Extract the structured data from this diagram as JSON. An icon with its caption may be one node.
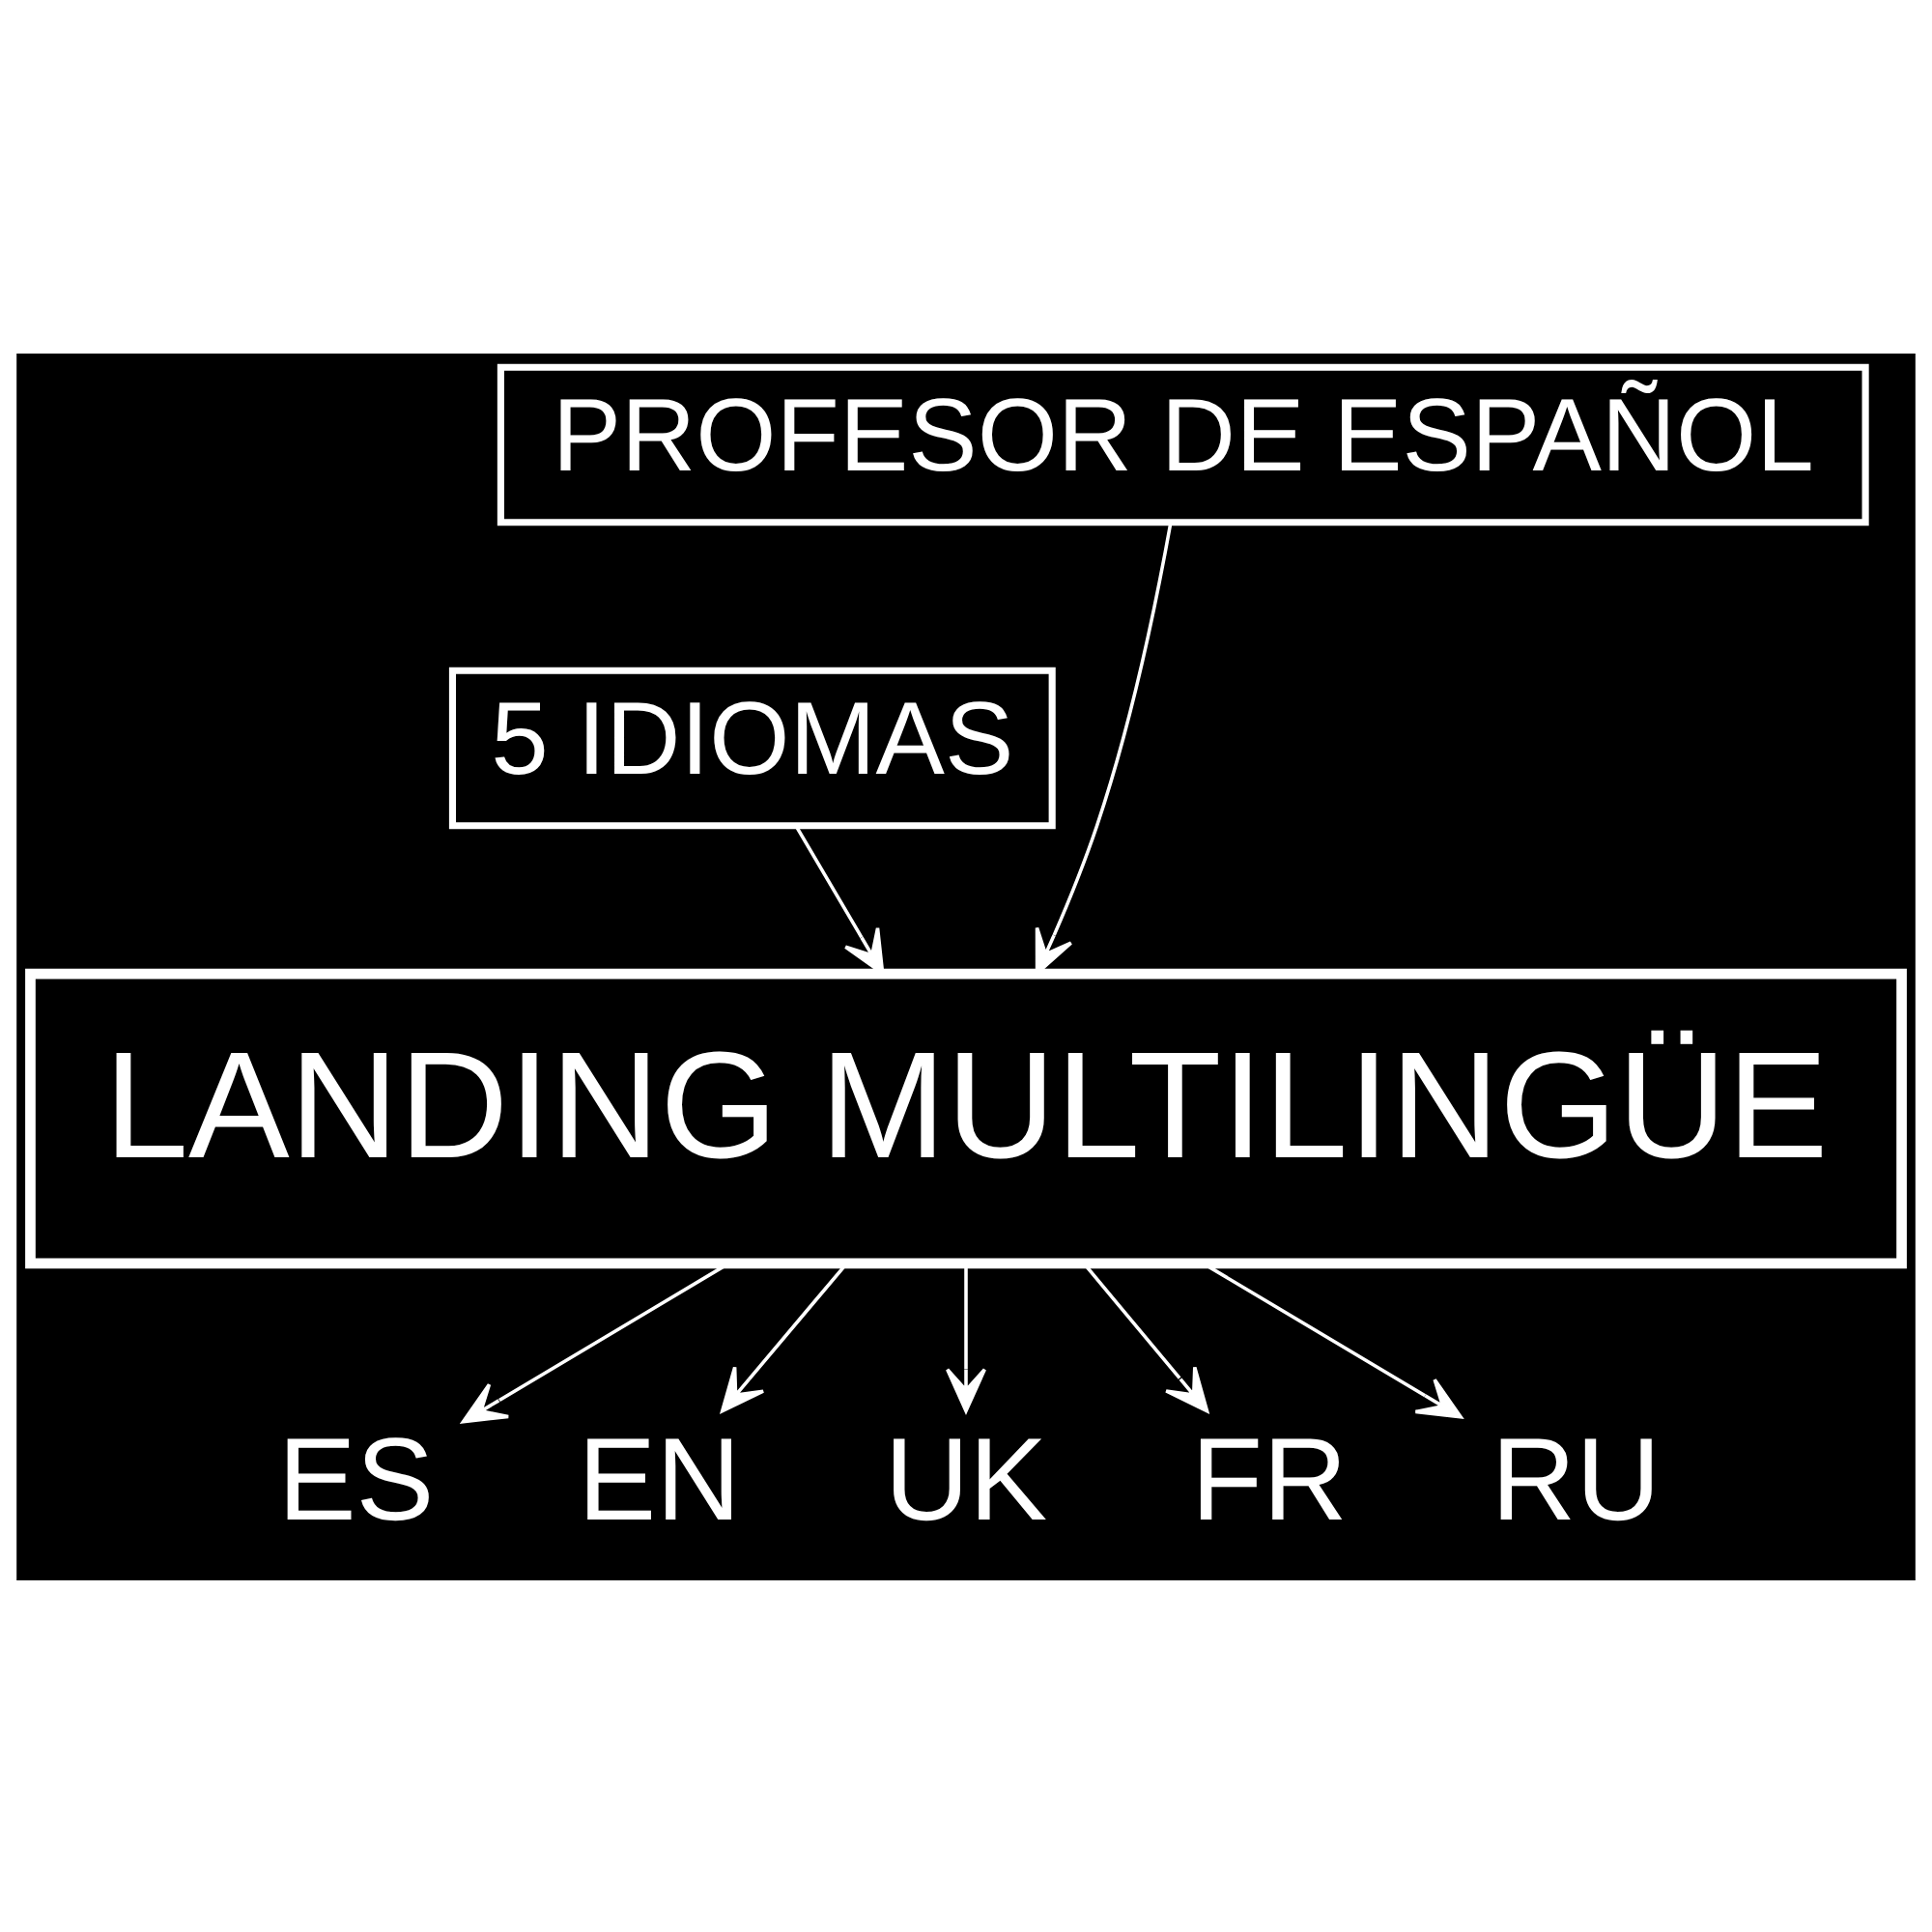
{
  "diagram": {
    "nodes": [
      {
        "text": [
          "PROFESOR DE ESPAÑOL"
        ]
      },
      {
        "text": [
          "5 IDIOMAS"
        ]
      },
      {
        "text": [
          "LANDING MULTILINGÜE"
        ]
      },
      {
        "text": [
          "ES"
        ]
      },
      {
        "text": [
          "EN"
        ]
      },
      {
        "text": [
          "UK"
        ]
      },
      {
        "text": [
          "FR"
        ]
      },
      {
        "text": [
          "RU"
        ]
      }
    ],
    "edges": [
      {
        "from": 0,
        "to": 2,
        "arrow": "to"
      },
      {
        "from": 1,
        "to": 2,
        "arrow": "to"
      },
      {
        "from": 2,
        "to": 3,
        "arrow": "to"
      },
      {
        "from": 2,
        "to": 4,
        "arrow": "to"
      },
      {
        "from": 2,
        "to": 5,
        "arrow": "to"
      },
      {
        "from": 2,
        "to": 6,
        "arrow": "to"
      },
      {
        "from": 2,
        "to": 7,
        "arrow": "to"
      }
    ]
  }
}
